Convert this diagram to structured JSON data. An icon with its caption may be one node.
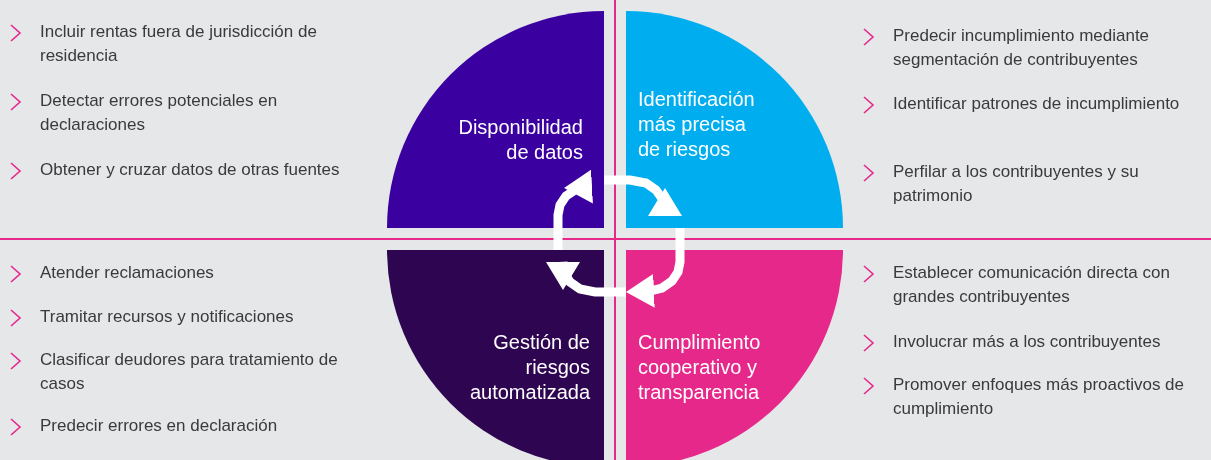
{
  "diagram": {
    "nodes": [
      {
        "text": [
          "Disponibilidad de datos"
        ]
      },
      {
        "text": [
          "Identificación más precisa de riesgos"
        ]
      },
      {
        "text": [
          "Gestión de riesgos automatizada"
        ]
      },
      {
        "text": [
          "Cumplimiento cooperativo y transparencia"
        ]
      }
    ],
    "edges": [
      {
        "from": 0,
        "to": 1,
        "arrow": "to"
      },
      {
        "from": 1,
        "to": 3,
        "arrow": "to"
      },
      {
        "from": 3,
        "to": 2,
        "arrow": "to"
      },
      {
        "from": 2,
        "to": 0,
        "arrow": "to"
      }
    ],
    "labels": [
      "Incluir rentas fuera de jurisdicción de residencia",
      "Detectar errores potenciales en declaraciones",
      "Obtener y cruzar datos de otras fuentes",
      "Predecir incumplimiento mediante segmentación de contribuyentes",
      "Identificar patrones de incumplimiento",
      "Perfilar a los contribuyentes y su patrimonio",
      "Atender reclamaciones",
      "Tramitar recursos y notificaciones",
      "Clasificar deudores para tratamiento de casos",
      "Predecir errores en declaración",
      "Establecer comunicación directa con grandes contribuyentes",
      "Involucrar más a los contribuyentes",
      "Promover enfoques más proactivos de cumplimiento"
    ]
  }
}
